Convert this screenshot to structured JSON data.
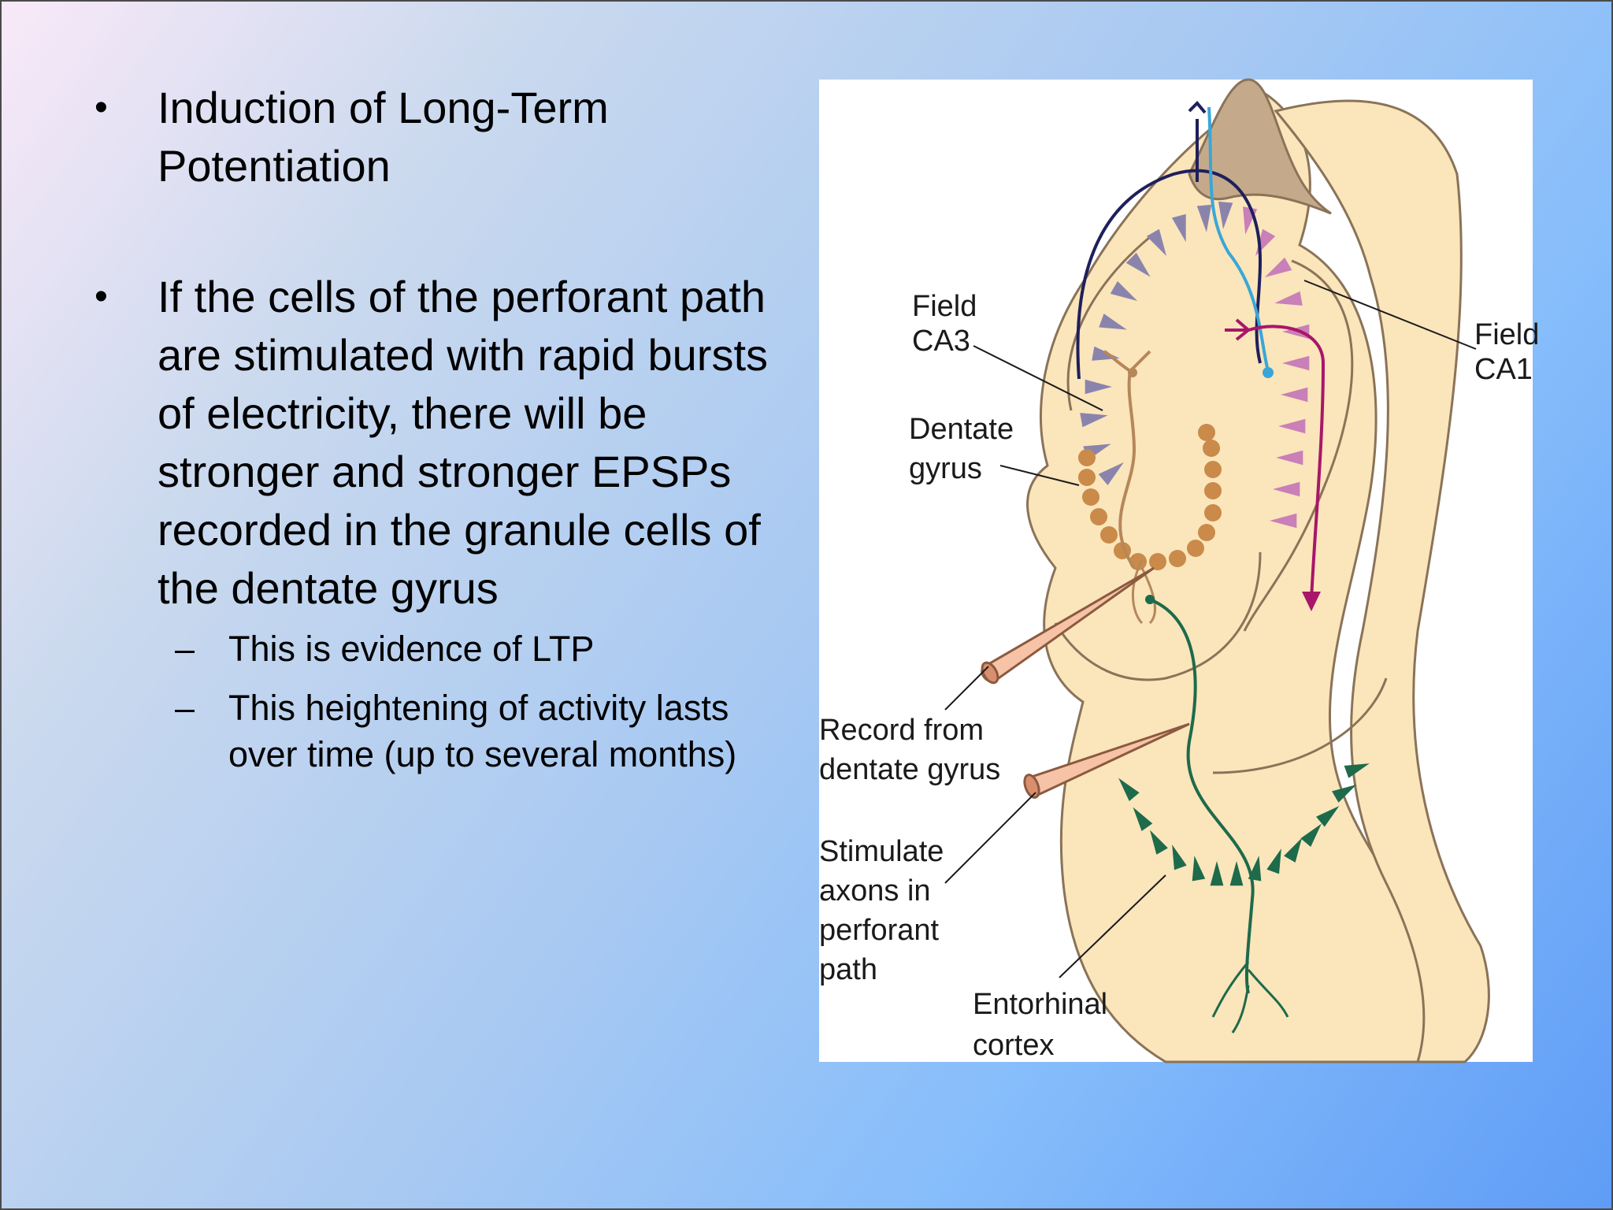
{
  "slide": {
    "bullets": [
      {
        "text": "Induction of Long-Term Potentiation"
      },
      {
        "text": "If the cells of the perforant path are stimulated with rapid bursts of electricity, there will be stronger and stronger EPSPs recorded in the granule cells of the dentate gyrus"
      }
    ],
    "sub_bullets": [
      {
        "text": "This is evidence of LTP"
      },
      {
        "text": "This heightening of activity lasts over time (up to several months)"
      }
    ],
    "bullet_symbol": "•",
    "dash_symbol": "–"
  },
  "diagram": {
    "labels": {
      "field_ca3": [
        "Field",
        "CA3"
      ],
      "field_ca1": [
        "Field",
        "CA1"
      ],
      "dentate_gyrus": [
        "Dentate",
        "gyrus"
      ],
      "record": [
        "Record from",
        "dentate gyrus"
      ],
      "stimulate": [
        "Stimulate",
        "axons in",
        "perforant",
        "path"
      ],
      "entorhinal": [
        "Entorhinal",
        "cortex"
      ]
    },
    "colors": {
      "tissue": "#fbe5bb",
      "outline": "#8a7358",
      "ca3_cells": "#8a84ad",
      "ca1_cells": "#c97fb7",
      "granule_cells": "#c98a4a",
      "entorhinal_cells": "#1d6b4a",
      "electrode": "#f6c3a6",
      "axon_dark": "#1f1f5c",
      "axon_blue": "#3aa6d8",
      "axon_magenta": "#a8166a"
    }
  }
}
